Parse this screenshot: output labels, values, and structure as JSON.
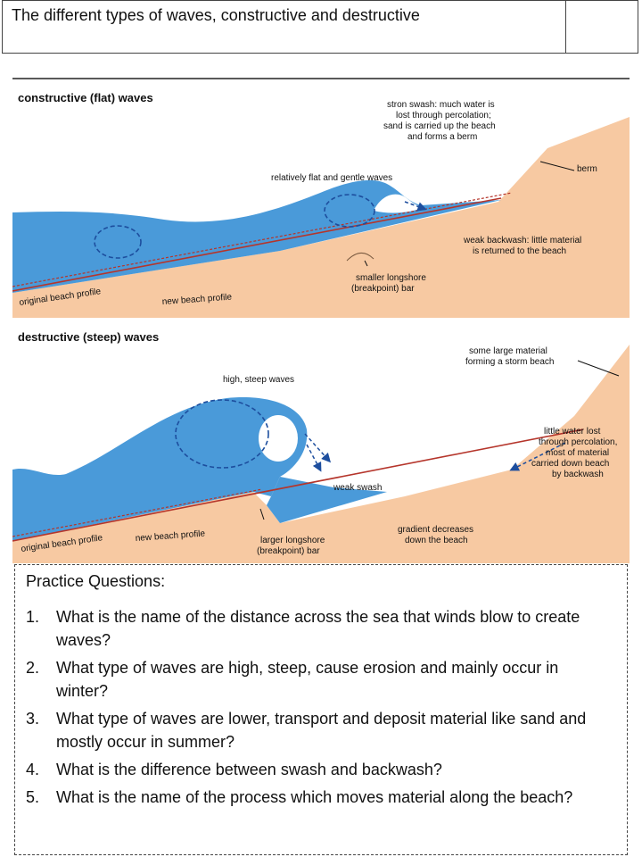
{
  "header": {
    "title": "The different types of waves, constructive and destructive"
  },
  "diagram": {
    "constructive": {
      "heading": "constructive (flat) waves",
      "swash_label": [
        "stron swash: much water is",
        "lost through percolation;",
        "sand is carried up the beach",
        "and forms a berm"
      ],
      "berm_label": "berm",
      "waves_label": "relatively flat and gentle waves",
      "backwash_label": [
        "weak backwash: little material",
        "is returned to the beach"
      ],
      "bar_label": [
        "smaller longshore",
        "(breakpoint) bar"
      ],
      "original_profile": "original beach profile",
      "new_profile": "new beach profile"
    },
    "destructive": {
      "heading": "destructive (steep) waves",
      "storm_label": [
        "some large material",
        "forming a storm beach"
      ],
      "waves_label": "high, steep waves",
      "swash_label": "weak swash",
      "percolation_label": [
        "little water lost",
        "through percolation,",
        "most of material",
        "carried down beach",
        "by backwash"
      ],
      "gradient_label": [
        "gradient decreases",
        "down the beach"
      ],
      "bar_label": [
        "larger longshore",
        "(breakpoint) bar"
      ],
      "original_profile": "original beach profile",
      "new_profile": "new beach profile"
    },
    "colors": {
      "sea": "#4a9ad9",
      "sand": "#f7c9a2",
      "profile_line": "#b5352b",
      "arrow": "#1d4e9e"
    }
  },
  "questions": {
    "heading": "Practice Questions:",
    "items": [
      {
        "num": "1.",
        "text": "What is the name of the distance across the sea that winds blow to create waves?"
      },
      {
        "num": "2.",
        "text": "What type of waves are high, steep, cause erosion and mainly occur in winter?"
      },
      {
        "num": "3.",
        "text": "What type of waves are lower, transport and deposit material like sand and mostly occur in summer?"
      },
      {
        "num": "4.",
        "text": "What is the difference between swash and backwash?"
      },
      {
        "num": "5.",
        "text": "What is the name of the process which moves material along the beach?"
      }
    ]
  }
}
